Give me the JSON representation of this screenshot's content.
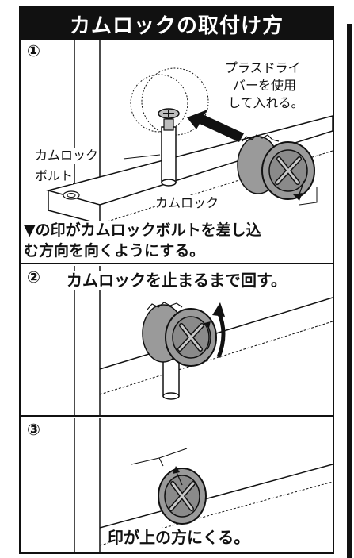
{
  "title": "カムロックの取付け方",
  "steps": [
    {
      "number": "①",
      "driver_note": [
        "プラスドライ",
        "バーを使用",
        "して入れる。"
      ],
      "bolt_label": [
        "カムロック",
        "ボルト"
      ],
      "cam_label": "カムロック",
      "caption": [
        "▼の印がカムロックボルトを差し込",
        "む方向を向くようにする。"
      ]
    },
    {
      "number": "②",
      "caption": "カムロックを止まるまで回す。"
    },
    {
      "number": "③",
      "caption": "印が上の方にくる。"
    }
  ],
  "colors": {
    "ink": "#111111",
    "metal": "#9a9a9a",
    "metal_light": "#c9c9c9",
    "background": "#ffffff"
  },
  "icons": [
    "screw-head-icon",
    "insert-arrow-icon",
    "rotate-arrow-icon",
    "triangle-mark-icon"
  ]
}
